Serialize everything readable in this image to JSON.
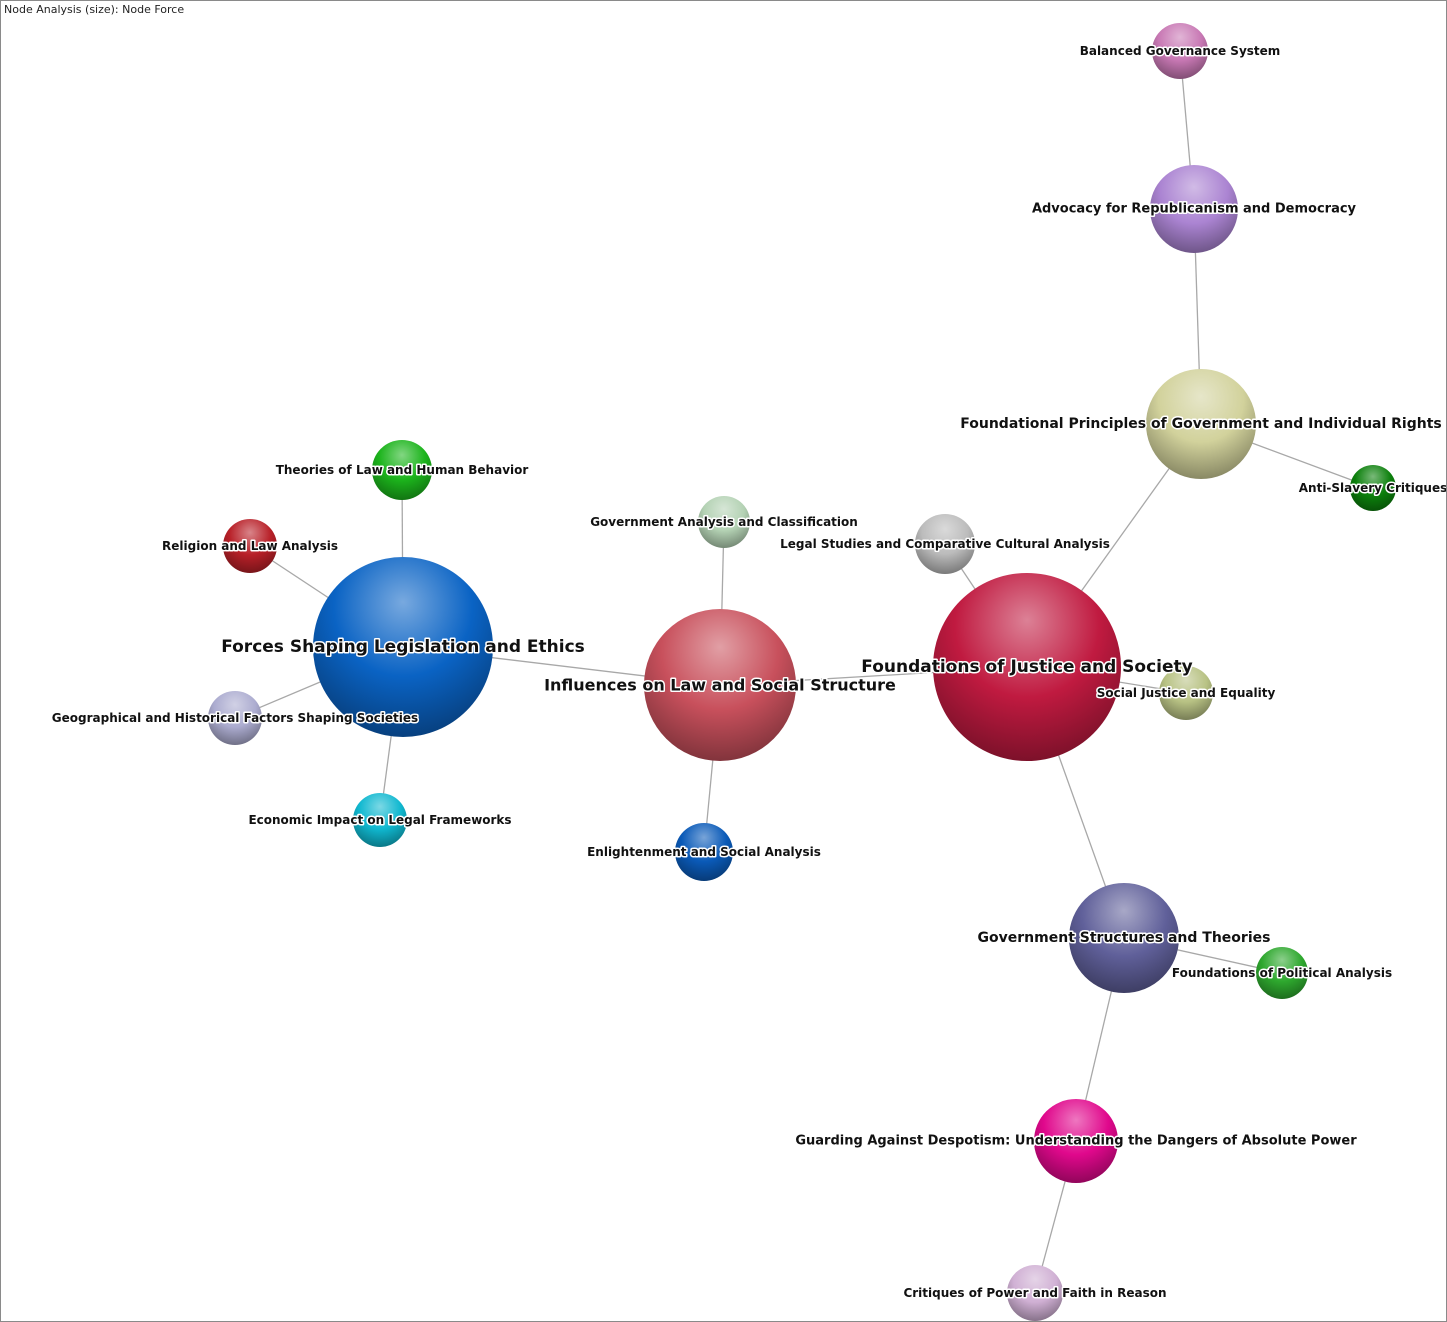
{
  "header": {
    "label": "Node Analysis (size): Node Force"
  },
  "nodes": [
    {
      "id": "forces",
      "label": "Forces Shaping Legislation and Ethics",
      "color": "#0a63c4"
    },
    {
      "id": "influences",
      "label": "Influences on Law and Social Structure",
      "color": "#c8505c"
    },
    {
      "id": "foundations",
      "label": "Foundations of Justice and Society",
      "color": "#c01a40"
    },
    {
      "id": "principles",
      "label": "Foundational Principles of Government and Individual Rights",
      "color": "#d2d29c"
    },
    {
      "id": "republicanism",
      "label": "Advocacy for Republicanism and Democracy",
      "color": "#ab84d2"
    },
    {
      "id": "balanced",
      "label": "Balanced Governance System",
      "color": "#c878b4"
    },
    {
      "id": "antislavery",
      "label": "Anti-Slavery Critiques",
      "color": "#0c800c"
    },
    {
      "id": "legalstudies",
      "label": "Legal Studies and Comparative Cultural Analysis",
      "color": "#bcbcbc"
    },
    {
      "id": "socialjustice",
      "label": "Social Justice and Equality",
      "color": "#b8c284"
    },
    {
      "id": "govstructures",
      "label": "Government Structures and Theories",
      "color": "#60609a"
    },
    {
      "id": "polanalysis",
      "label": "Foundations of Political Analysis",
      "color": "#2ea82e"
    },
    {
      "id": "despotism",
      "label": "Guarding Against Despotism: Understanding the Dangers of Absolute Power",
      "color": "#e0088c"
    },
    {
      "id": "critiques",
      "label": "Critiques of Power and Faith in Reason",
      "color": "#d0b0d4"
    },
    {
      "id": "govanalysis",
      "label": "Government Analysis and Classification",
      "color": "#b4d2b4"
    },
    {
      "id": "enlightenment",
      "label": "Enlightenment and Social Analysis",
      "color": "#0a5ab8"
    },
    {
      "id": "theories",
      "label": "Theories of Law and Human Behavior",
      "color": "#1cb41c"
    },
    {
      "id": "religion",
      "label": "Religion and Law Analysis",
      "color": "#b82028"
    },
    {
      "id": "geographical",
      "label": "Geographical and Historical Factors Shaping Societies",
      "color": "#acacd0"
    },
    {
      "id": "economic",
      "label": "Economic Impact on Legal Frameworks",
      "color": "#10b8d0"
    }
  ],
  "edges": [
    [
      "forces",
      "influences"
    ],
    [
      "influences",
      "foundations"
    ],
    [
      "influences",
      "govanalysis"
    ],
    [
      "influences",
      "enlightenment"
    ],
    [
      "forces",
      "theories"
    ],
    [
      "forces",
      "religion"
    ],
    [
      "forces",
      "geographical"
    ],
    [
      "forces",
      "economic"
    ],
    [
      "foundations",
      "principles"
    ],
    [
      "foundations",
      "legalstudies"
    ],
    [
      "foundations",
      "socialjustice"
    ],
    [
      "foundations",
      "govstructures"
    ],
    [
      "principles",
      "republicanism"
    ],
    [
      "republicanism",
      "balanced"
    ],
    [
      "principles",
      "antislavery"
    ],
    [
      "govstructures",
      "polanalysis"
    ],
    [
      "govstructures",
      "despotism"
    ],
    [
      "despotism",
      "critiques"
    ]
  ]
}
